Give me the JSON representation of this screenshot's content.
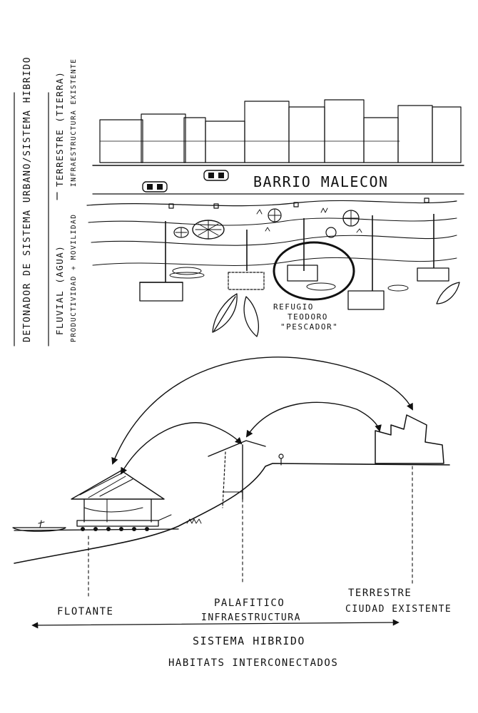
{
  "side_labels": {
    "main": "DETONADOR DE SISTEMA URBANO/SISTEMA HIBRIDO",
    "upper": "TERRESTRE (TIERRA)",
    "upper_sub": "INFRAESTRUCTURA EXISTENTE",
    "lower": "FLUVIAL (AGUA)",
    "lower_sub": "PRODUCTIVIDAD + MOVILIDAD"
  },
  "plan": {
    "street_label": "BARRIO MALECON",
    "refugio_line1": "REFUGIO",
    "refugio_line2": "TEODORO",
    "refugio_line3": "\"PESCADOR\""
  },
  "section": {
    "flotante": "FLOTANTE",
    "palafitico": "PALAFITICO",
    "infraestructura": "INFRAESTRUCTURA",
    "terrestre": "TERRESTRE",
    "ciudad_existente": "CIUDAD EXISTENTE",
    "title": "SISTEMA HIBRIDO",
    "subtitle": "HABITATS INTERCONECTADOS"
  }
}
